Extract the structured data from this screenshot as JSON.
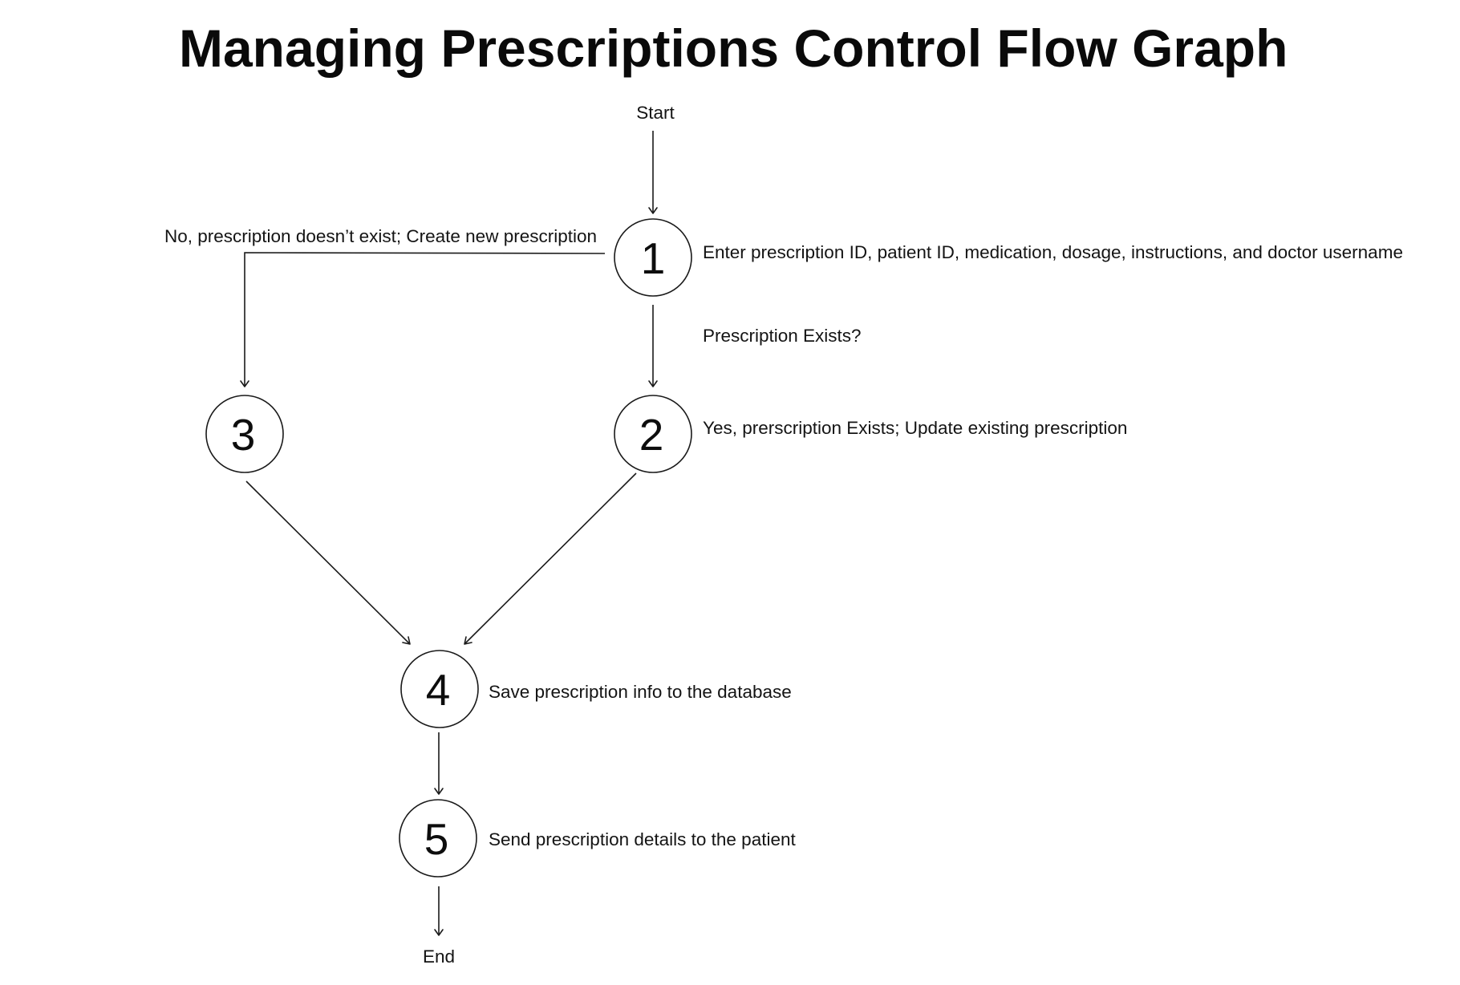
{
  "diagram": {
    "title": "Managing Prescriptions Control Flow Graph",
    "start_label": "Start",
    "end_label": "End",
    "nodes": [
      {
        "id": "1",
        "number": "1",
        "description": "Enter prescription ID, patient ID, medication, dosage, instructions, and doctor username"
      },
      {
        "id": "2",
        "number": "2",
        "description": "Yes, prerscription Exists; Update existing prescription"
      },
      {
        "id": "3",
        "number": "3",
        "description": ""
      },
      {
        "id": "4",
        "number": "4",
        "description": "Save prescription info to the database"
      },
      {
        "id": "5",
        "number": "5",
        "description": "Send prescription details to the patient"
      }
    ],
    "edges": [
      {
        "from": "start",
        "to": "1",
        "label": ""
      },
      {
        "from": "1",
        "to": "3",
        "label": "No, prescription doesn’t exist; Create new prescription"
      },
      {
        "from": "1",
        "to": "2",
        "label": "Prescription Exists?"
      },
      {
        "from": "3",
        "to": "4",
        "label": ""
      },
      {
        "from": "2",
        "to": "4",
        "label": ""
      },
      {
        "from": "4",
        "to": "5",
        "label": ""
      },
      {
        "from": "5",
        "to": "end",
        "label": ""
      }
    ]
  }
}
